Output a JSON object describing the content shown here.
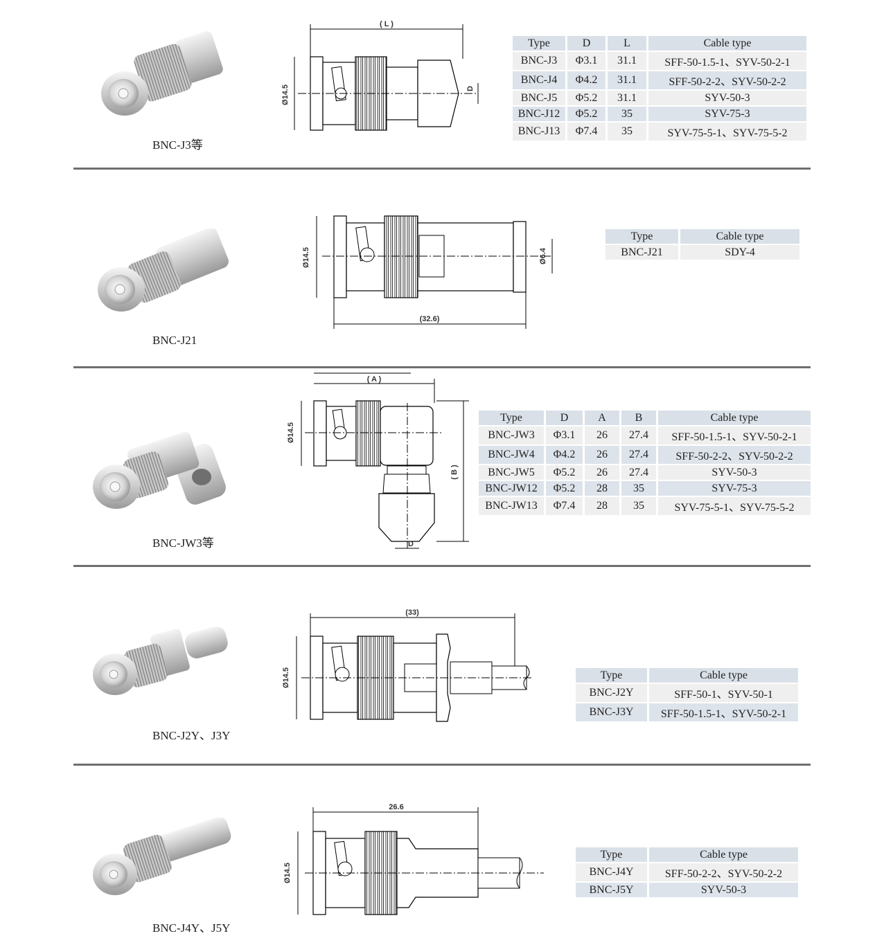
{
  "sections": [
    {
      "caption": "BNC-J3等",
      "dims": {
        "length": "( L )",
        "diameter": "Ø14.5",
        "d": "D"
      },
      "table": {
        "headers": [
          "Type",
          "D",
          "L",
          "Cable type"
        ],
        "rows": [
          [
            "BNC-J3",
            "Φ3.1",
            "31.1",
            "SFF-50-1.5-1、SYV-50-2-1"
          ],
          [
            "BNC-J4",
            "Φ4.2",
            "31.1",
            "SFF-50-2-2、SYV-50-2-2"
          ],
          [
            "BNC-J5",
            "Φ5.2",
            "31.1",
            "SYV-50-3"
          ],
          [
            "BNC-J12",
            "Φ5.2",
            "35",
            "SYV-75-3"
          ],
          [
            "BNC-J13",
            "Φ7.4",
            "35",
            "SYV-75-5-1、SYV-75-5-2"
          ]
        ]
      }
    },
    {
      "caption": "BNC-J21",
      "dims": {
        "length": "(32.6)",
        "diameter": "Ø14.5",
        "d": "Ø6.4"
      },
      "table": {
        "headers": [
          "Type",
          "Cable type"
        ],
        "rows": [
          [
            "BNC-J21",
            "SDY-4"
          ]
        ]
      }
    },
    {
      "caption": "BNC-JW3等",
      "dims": {
        "a": "( A )",
        "b": "( B )",
        "diameter": "Ø14.5",
        "d": "D"
      },
      "table": {
        "headers": [
          "Type",
          "D",
          "A",
          "B",
          "Cable type"
        ],
        "rows": [
          [
            "BNC-JW3",
            "Φ3.1",
            "26",
            "27.4",
            "SFF-50-1.5-1、SYV-50-2-1"
          ],
          [
            "BNC-JW4",
            "Φ4.2",
            "26",
            "27.4",
            "SFF-50-2-2、SYV-50-2-2"
          ],
          [
            "BNC-JW5",
            "Φ5.2",
            "26",
            "27.4",
            "SYV-50-3"
          ],
          [
            "BNC-JW12",
            "Φ5.2",
            "28",
            "35",
            "SYV-75-3"
          ],
          [
            "BNC-JW13",
            "Φ7.4",
            "28",
            "35",
            "SYV-75-5-1、SYV-75-5-2"
          ]
        ]
      }
    },
    {
      "caption": "BNC-J2Y、J3Y",
      "dims": {
        "length": "(33)",
        "diameter": "Ø14.5"
      },
      "table": {
        "headers": [
          "Type",
          "Cable type"
        ],
        "rows": [
          [
            "BNC-J2Y",
            "SFF-50-1、SYV-50-1"
          ],
          [
            "BNC-J3Y",
            "SFF-50-1.5-1、SYV-50-2-1"
          ]
        ]
      }
    },
    {
      "caption": "BNC-J4Y、J5Y",
      "dims": {
        "length": "26.6",
        "diameter": "Ø14.5"
      },
      "table": {
        "headers": [
          "Type",
          "Cable type"
        ],
        "rows": [
          [
            "BNC-J4Y",
            "SFF-50-2-2、SYV-50-2-2"
          ],
          [
            "BNC-J5Y",
            "SYV-50-3"
          ]
        ]
      }
    }
  ]
}
